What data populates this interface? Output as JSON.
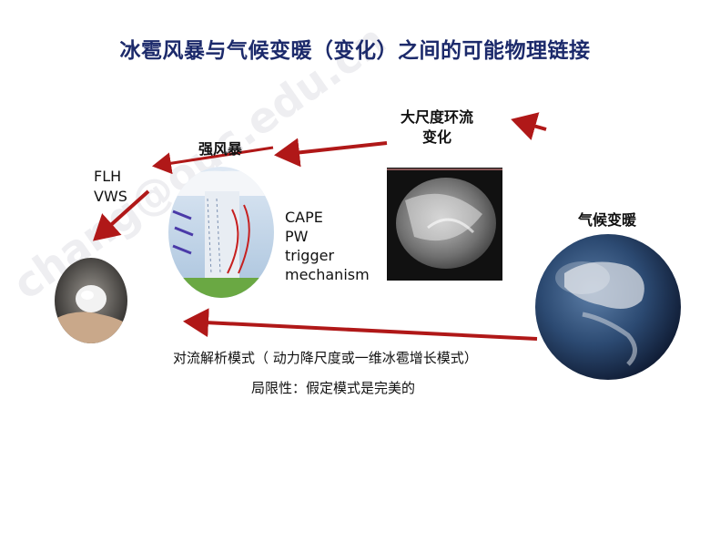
{
  "slide": {
    "title": "冰雹风暴与气候变暖（变化）之间的可能物理链接",
    "labels": {
      "large_scale": [
        "大尺度环流",
        "变化"
      ],
      "strong_storm": "强风暴",
      "climate_warming": "气候变暖",
      "flh_vws": [
        "FLH",
        "VWS"
      ],
      "cape_list": [
        "CAPE",
        "PW",
        "trigger",
        "mechanism"
      ],
      "model_line": "对流解析模式（ 动力降尺度或一维冰雹增长模式）",
      "limitation": "局限性：假定模式是完美的"
    },
    "watermark": "chang@ouc.edu.cn",
    "colors": {
      "title": "#1c2a6b",
      "arrow": "#b01818"
    }
  }
}
